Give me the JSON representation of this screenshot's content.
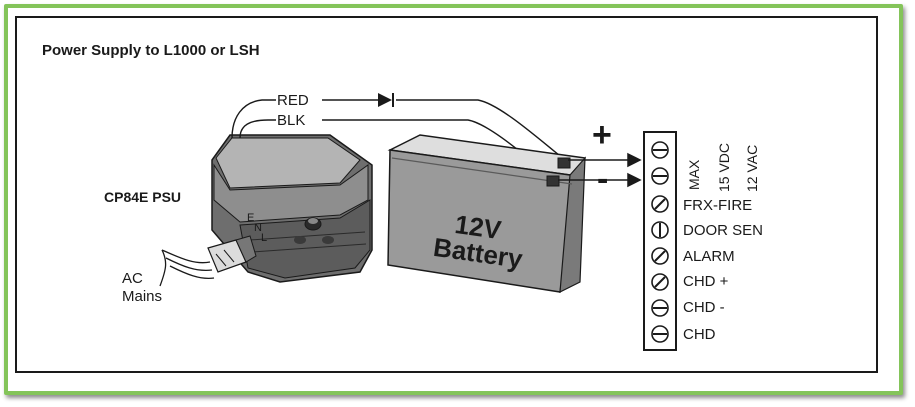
{
  "title": "Power Supply to L1000 or LSH",
  "wires": {
    "red": "RED",
    "blk": "BLK"
  },
  "psu": {
    "label": "CP84E PSU",
    "terminal_e": "E",
    "terminal_n": "N",
    "terminal_l": "L"
  },
  "mains": {
    "line1": "AC",
    "line2": "Mains"
  },
  "battery": {
    "line1": "12V",
    "line2": "Battery"
  },
  "polarity": {
    "plus": "+",
    "minus": "-"
  },
  "terminals": [
    "MAX",
    "FRX-FIRE",
    "DOOR SEN",
    "ALARM",
    "CHD +",
    "CHD -",
    "CHD"
  ],
  "voltage_labels": [
    "15 VDC",
    "12 VAC"
  ],
  "colors": {
    "border": "#84c45a",
    "ink": "#1a1a1a",
    "psu_body": "#8e8e8e",
    "battery_body": "#9a9a9a"
  }
}
